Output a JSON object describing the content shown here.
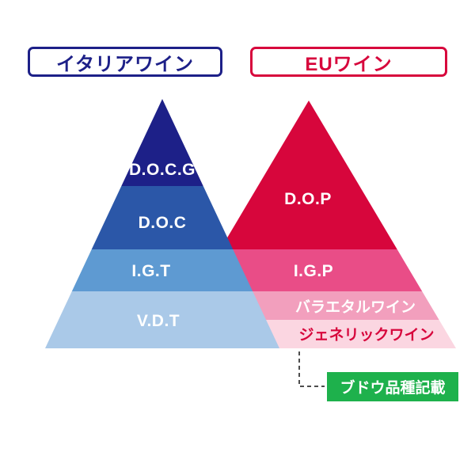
{
  "titles": {
    "italy": {
      "label": "イタリアワイン",
      "color": "#1d2088"
    },
    "eu": {
      "label": "EUワイン",
      "color": "#d7063c"
    }
  },
  "italy_pyramid": {
    "tiers": [
      {
        "label": "D.O.C.G",
        "color": "#1d2088",
        "text_color": "#ffffff"
      },
      {
        "label": "D.O.C",
        "color": "#2b57a8",
        "text_color": "#ffffff"
      },
      {
        "label": "I.G.T",
        "color": "#5e9ad2",
        "text_color": "#ffffff"
      },
      {
        "label": "V.D.T",
        "color": "#aac9e8",
        "text_color": "#ffffff"
      }
    ]
  },
  "eu_pyramid": {
    "tiers": [
      {
        "label": "D.O.P",
        "color": "#d7063c",
        "text_color": "#ffffff"
      },
      {
        "label": "I.G.P",
        "color": "#e94d87",
        "text_color": "#ffffff"
      },
      {
        "label": "バラエタルワイン",
        "color": "#f29fbd",
        "text_color": "#ffffff"
      },
      {
        "label": "ジェネリックワイン",
        "color": "#fbd6e1",
        "text_color": "#d7063c"
      }
    ]
  },
  "callout": {
    "label": "ブドウ品種記載",
    "color": "#1eb14c",
    "text_color": "#ffffff",
    "connector_color": "#4d4d4d"
  }
}
